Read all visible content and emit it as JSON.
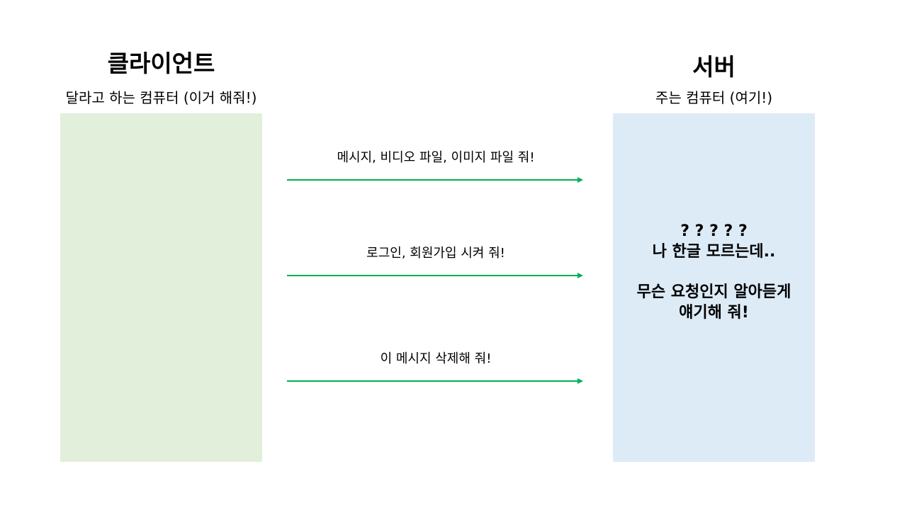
{
  "colors": {
    "client_box": "#e2efda",
    "server_box": "#ddebf7",
    "arrow": "#00b050"
  },
  "client": {
    "title": "클라이언트",
    "subtitle": "달라고 하는 컴퓨터 (이거 해줘!)"
  },
  "server": {
    "title": "서버",
    "subtitle": "주는 컴퓨터 (여기!)",
    "message": {
      "line1": "? ? ? ? ?",
      "line2": "나 한글 모르는데..",
      "line3": "무슨 요청인지 알아듣게",
      "line4": "얘기해 줘!"
    }
  },
  "requests": [
    {
      "label": "메시지, 비디오 파일, 이미지 파일 줘!"
    },
    {
      "label": "로그인, 회원가입 시켜 줘!"
    },
    {
      "label": "이 메시지 삭제해 줘!"
    }
  ]
}
